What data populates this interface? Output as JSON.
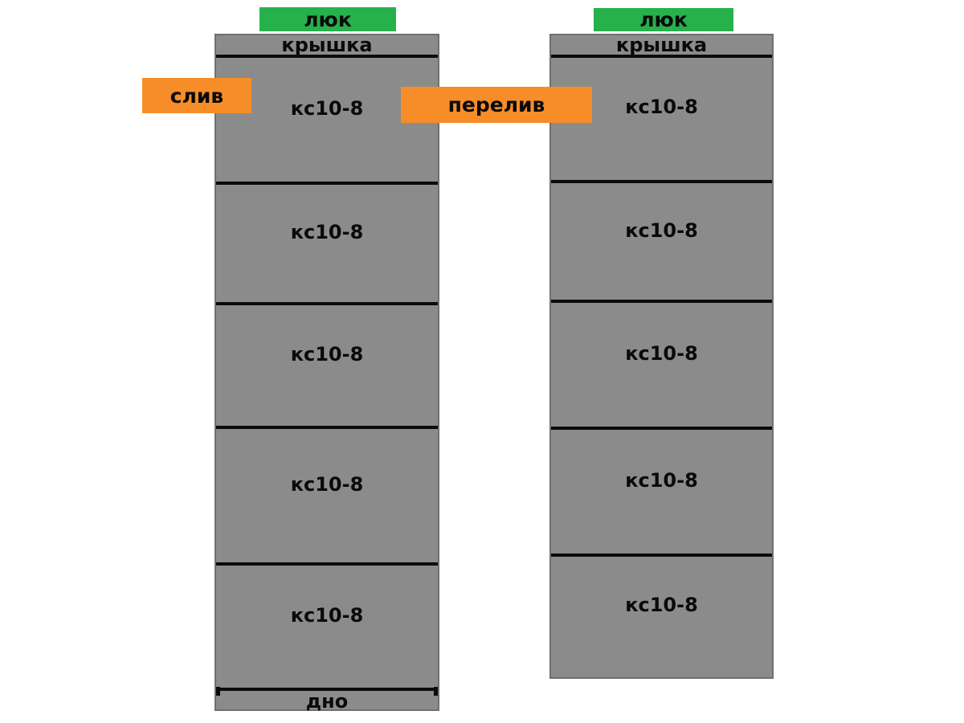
{
  "colors": {
    "background": "#ffffff",
    "column_gray": "#8b8b8b",
    "column_border": "#6f6f6f",
    "joint_line_black": "#0b0b0b",
    "hatch_green": "#26b14c",
    "callout_orange": "#f78d28",
    "text_black": "#0a0a0a"
  },
  "left_column": {
    "hatch_label": "люк",
    "cover_label": "крышка",
    "rings": [
      "кс10-8",
      "кс10-8",
      "кс10-8",
      "кс10-8",
      "кс10-8"
    ],
    "bottom_label": "дно"
  },
  "right_column": {
    "hatch_label": "люк",
    "cover_label": "крышка",
    "rings": [
      "кс10-8",
      "кс10-8",
      "кс10-8",
      "кс10-8",
      "кс10-8"
    ]
  },
  "callouts": {
    "drain_label": "слив",
    "overflow_label": "перелив"
  }
}
